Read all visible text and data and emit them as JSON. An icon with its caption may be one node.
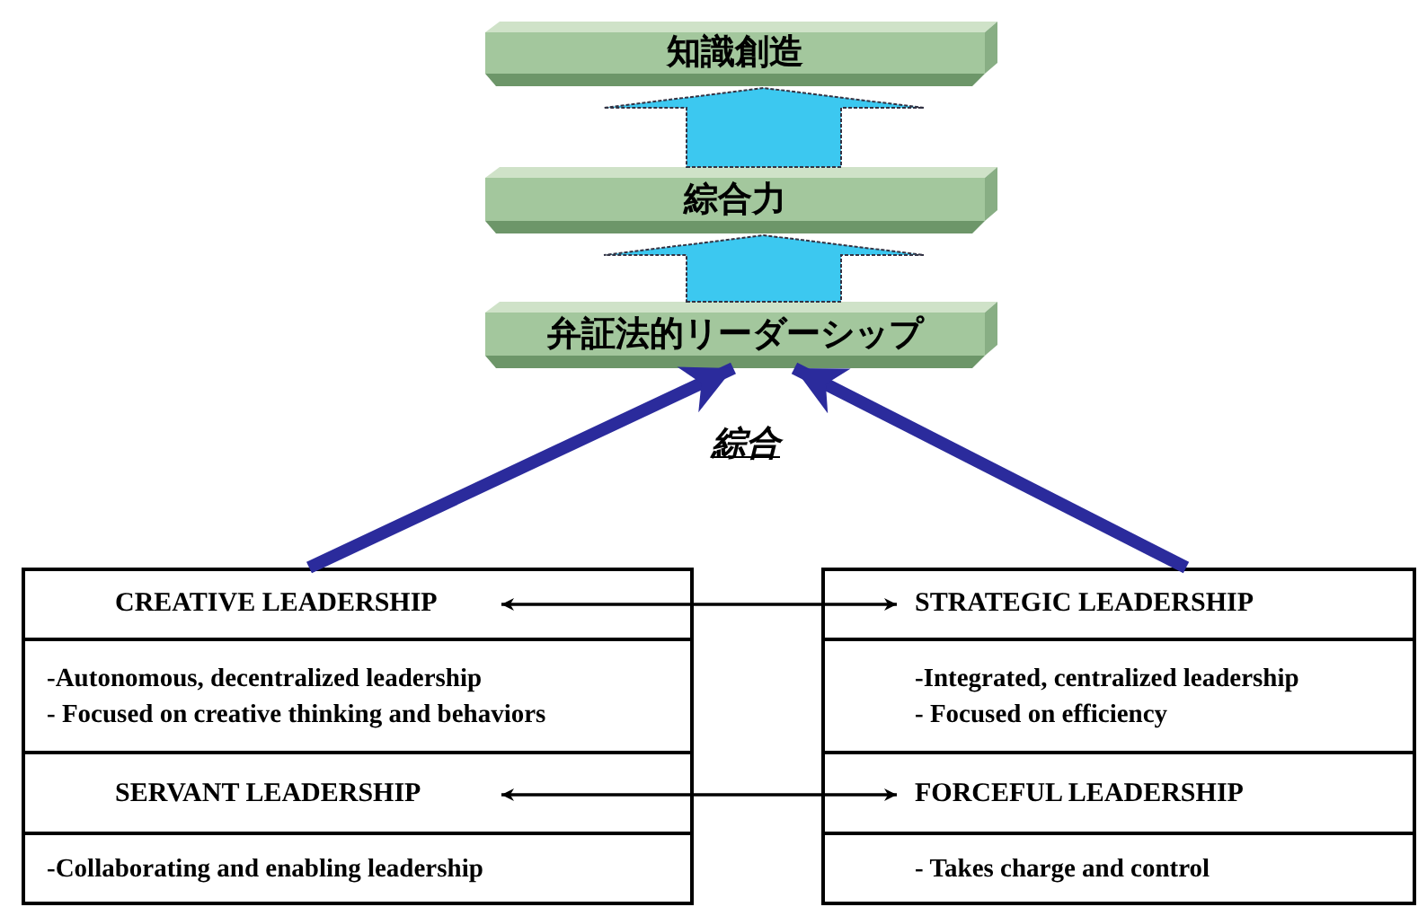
{
  "diagram": {
    "nodes": [
      {
        "text": [
          "知識創造"
        ]
      },
      {
        "text": [
          "綜合力"
        ]
      },
      {
        "text": [
          "弁証法的リーダーシップ"
        ]
      },
      {
        "text": [],
        "shape": "box"
      },
      {
        "text": [
          "CREATIVE LEADERSHIP"
        ],
        "in": 3
      },
      {
        "text": [
          "-Autonomous, decentralized leadership",
          "- Focused on creative thinking and behaviors"
        ],
        "in": 3
      },
      {
        "text": [
          "SERVANT LEADERSHIP"
        ],
        "in": 3
      },
      {
        "text": [
          "-Collaborating and enabling leadership"
        ],
        "in": 3
      },
      {
        "text": [],
        "shape": "box"
      },
      {
        "text": [
          "STRATEGIC LEADERSHIP"
        ],
        "in": 8
      },
      {
        "text": [
          "-Integrated, centralized leadership",
          "- Focused on efficiency"
        ],
        "in": 8
      },
      {
        "text": [
          "FORCEFUL LEADERSHIP"
        ],
        "in": 8
      },
      {
        "text": [
          "- Takes charge and control"
        ],
        "in": 8
      }
    ],
    "edges": [
      {
        "from": 1,
        "to": 0,
        "arrow": "to",
        "style": "thick",
        "color": "#3cc8f0"
      },
      {
        "from": 2,
        "to": 1,
        "arrow": "to",
        "style": "thick",
        "color": "#3cc8f0"
      },
      {
        "from": 3,
        "to": 2,
        "arrow": "to",
        "style": "thick",
        "color": "#2b2b9c"
      },
      {
        "from": 8,
        "to": 2,
        "arrow": "to",
        "style": "thick",
        "color": "#2b2b9c"
      },
      {
        "from": 4,
        "to": 9,
        "arrow": "both",
        "color": "#000000"
      },
      {
        "from": 6,
        "to": 11,
        "arrow": "both",
        "color": "#000000"
      }
    ],
    "labels": [
      "綜合"
    ]
  }
}
